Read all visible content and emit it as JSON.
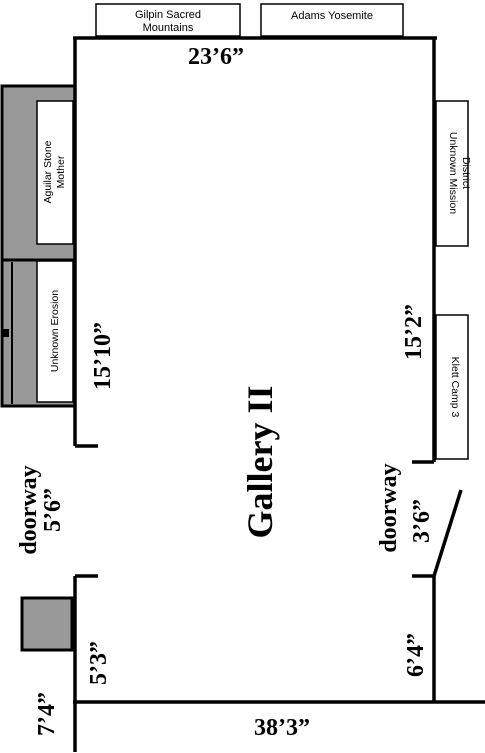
{
  "plan": {
    "room_name": "Gallery II",
    "colors": {
      "wall": "#000000",
      "dark_panel": "#999999",
      "artwork_fill": "#ffffff",
      "background": "#ffffff"
    },
    "artworks": {
      "top_left": {
        "line1": "Gilpin Sacred",
        "line2": "Mountains"
      },
      "top_right": {
        "line1": "Adams Yosemite"
      },
      "left_upper": {
        "line1": "Aguilar Stone",
        "line2": "Mother"
      },
      "left_lower": {
        "line1": "Unknown Erosion"
      },
      "right_upper": {
        "line1": "Unknown Mission",
        "line2": "District"
      },
      "right_lower": {
        "line1": "Klett Camp 3"
      }
    },
    "dimensions": {
      "top_width": "23’6”",
      "bottom_width": "38’3”",
      "left_upper_wall": "15’10”",
      "left_doorway": "5’6”",
      "left_lower_wall": "5’3”",
      "bottom_left_corner": "7’4”",
      "right_upper_wall": "15’2”",
      "right_doorway": "3’6”",
      "right_lower_wall": "6’4”"
    },
    "labels": {
      "left_doorway": "doorway",
      "right_doorway": "doorway"
    }
  }
}
